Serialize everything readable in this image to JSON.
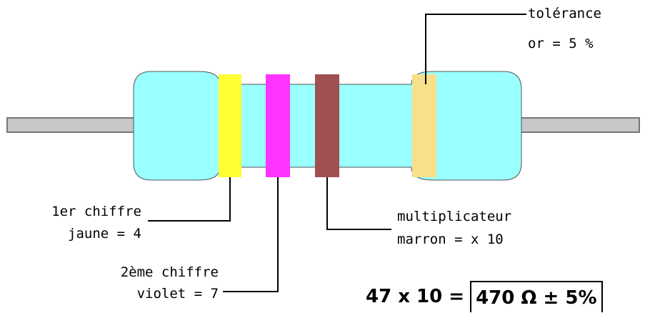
{
  "colors": {
    "body": "#99ffff",
    "wire": "#c8c8c8",
    "band1": "#ffff33",
    "band2": "#ff33ff",
    "band3": "#a05050",
    "band4": "#f8e08a"
  },
  "labels": {
    "tolerance_title": "tolérance",
    "tolerance_value": "or = 5 %",
    "first_title": "1er chiffre",
    "first_value": "jaune = 4",
    "second_title": "2ème chiffre",
    "second_value": "violet = 7",
    "multiplier_title": "multiplicateur",
    "multiplier_value": "marron = x 10"
  },
  "formula": {
    "expression": "47 x 10 =",
    "result": "470 Ω ± 5%"
  }
}
